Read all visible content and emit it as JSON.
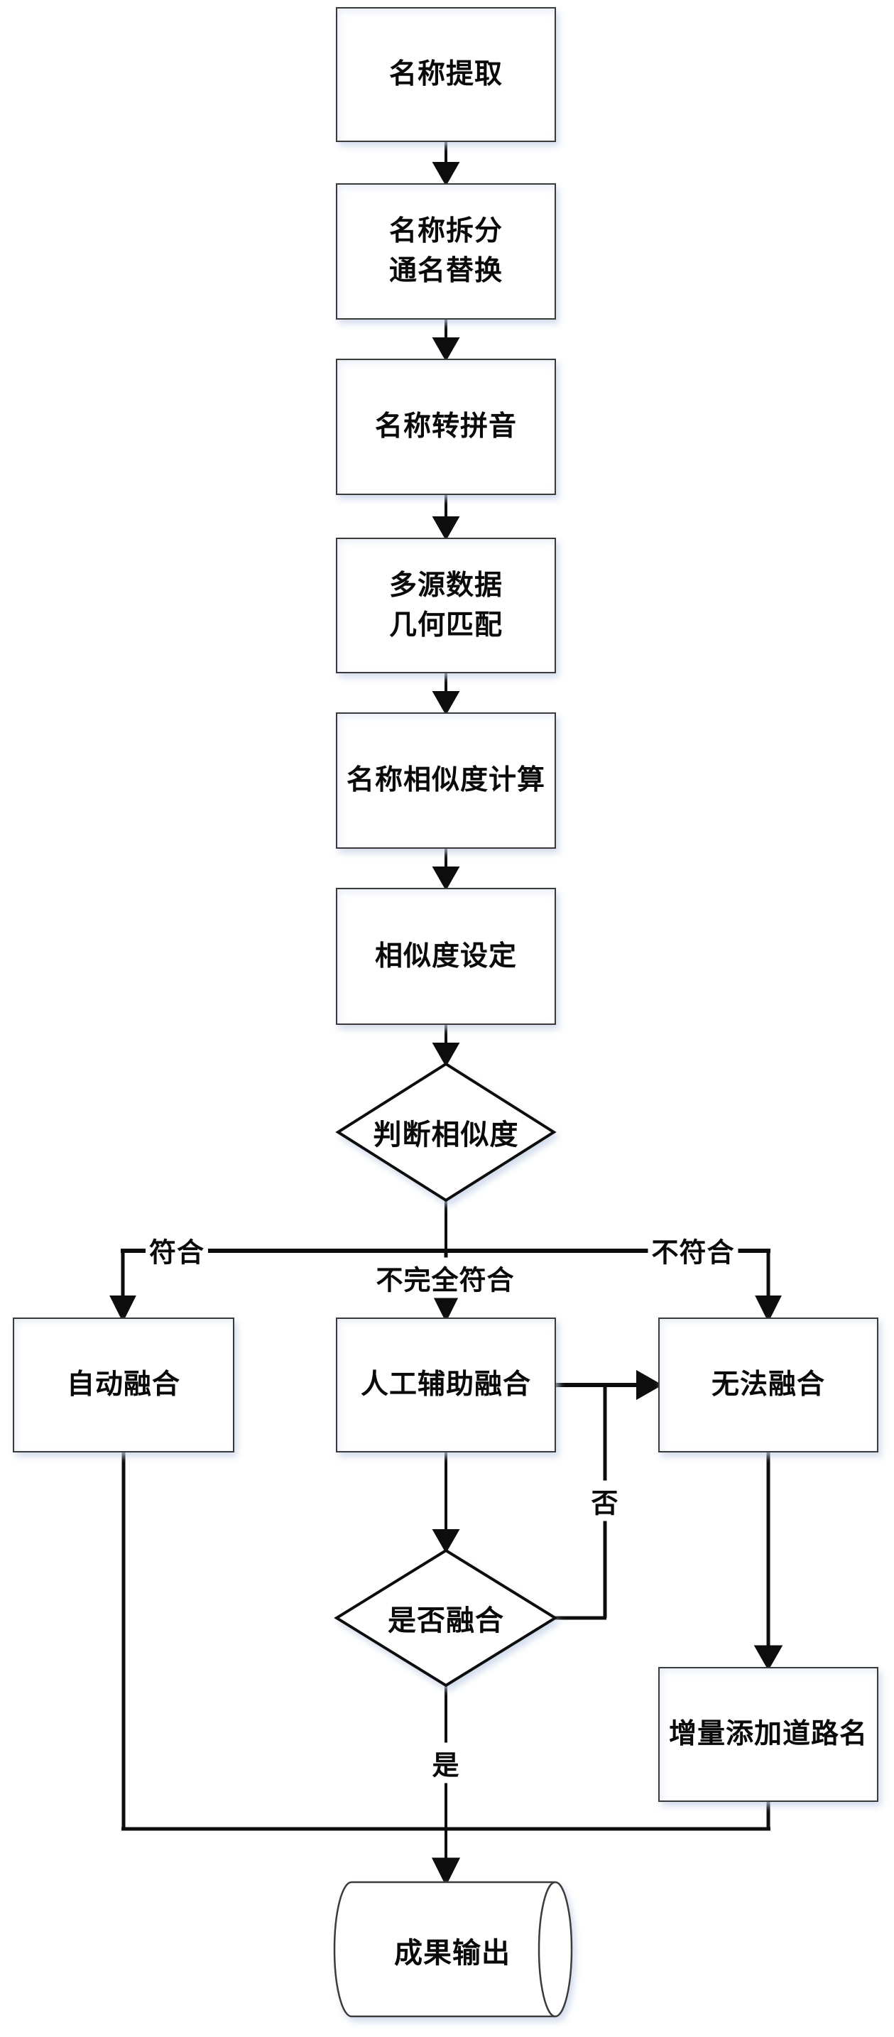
{
  "flowchart": {
    "boxes": {
      "extract": {
        "label": "名称提取"
      },
      "split": {
        "lines": [
          "名称拆分",
          "通名替换"
        ]
      },
      "pinyin": {
        "label": "名称转拼音"
      },
      "geo": {
        "lines": [
          "多源数据",
          "几何匹配"
        ]
      },
      "sim_calc": {
        "label": "名称相似度计算"
      },
      "sim_set": {
        "label": "相似度设定"
      },
      "auto_fuse": {
        "label": "自动融合"
      },
      "manual_fuse": {
        "label": "人工辅助融合"
      },
      "cannot_fuse": {
        "label": "无法融合"
      },
      "incremental": {
        "label": "增量添加道路名"
      }
    },
    "decisions": {
      "judge_similarity": {
        "label": "判断相似度"
      },
      "whether_fuse": {
        "label": "是否融合"
      }
    },
    "terminal": {
      "output": {
        "label": "成果输出"
      }
    },
    "edge_labels": {
      "match": "符合",
      "partial_match": "不完全符合",
      "no_match": "不符合",
      "no": "否",
      "yes": "是"
    },
    "colors": {
      "line": "#0d0d0d",
      "box_border": "#3a3a3a",
      "box_fill": "#ffffff",
      "shadow": "#c9d5e8"
    }
  }
}
